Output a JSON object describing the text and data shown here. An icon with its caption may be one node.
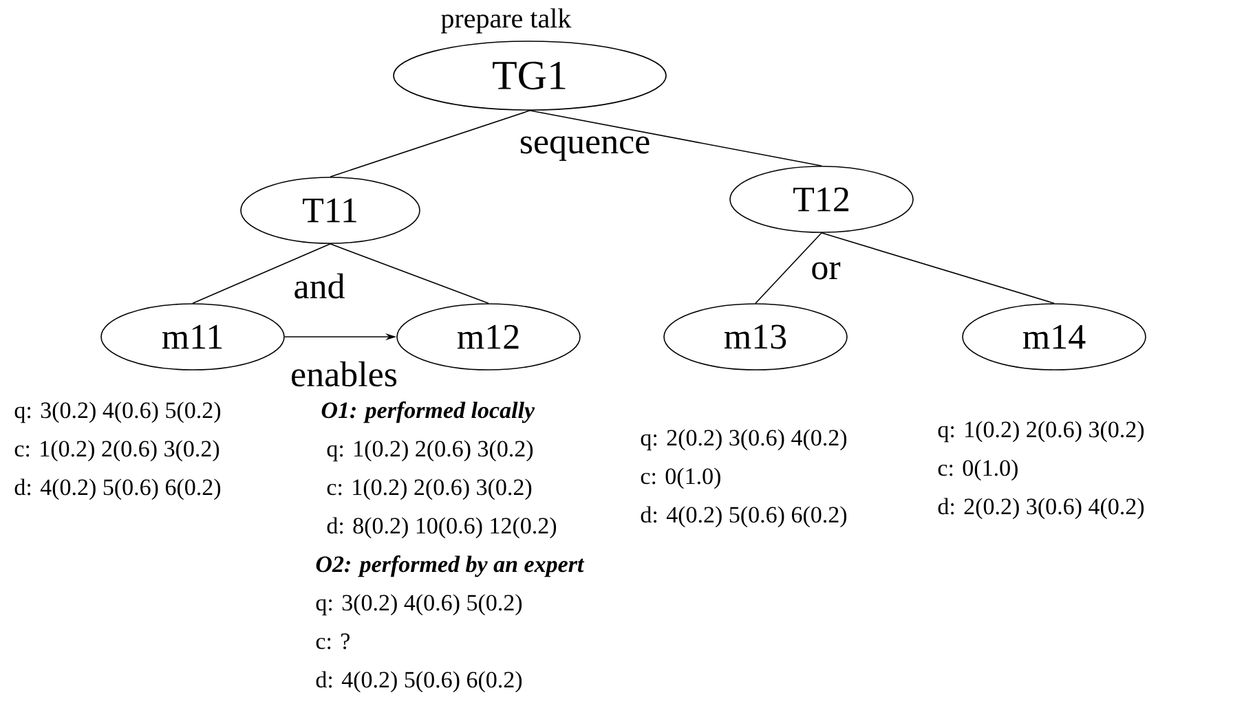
{
  "diagram": {
    "nodes": [
      {
        "text": [
          "TG1"
        ],
        "beside": [
          "prepare talk"
        ]
      },
      {
        "text": [
          "T11"
        ]
      },
      {
        "text": [
          "T12"
        ]
      },
      {
        "text": [
          "m11"
        ],
        "beside": [
          "q: 3(0.2) 4(0.6) 5(0.2)",
          "c: 1(0.2) 2(0.6) 3(0.2)",
          "d: 4(0.2) 5(0.6) 6(0.2)"
        ]
      },
      {
        "text": [
          "m12"
        ],
        "beside": [
          "O1: performed locally",
          "q: 1(0.2) 2(0.6) 3(0.2)",
          "c: 1(0.2) 2(0.6) 3(0.2)",
          "d: 8(0.2) 10(0.6) 12(0.2)",
          "O2: performed by an expert",
          "q: 3(0.2) 4(0.6) 5(0.2)",
          "c: ?",
          "d: 4(0.2) 5(0.6) 6(0.2)"
        ]
      },
      {
        "text": [
          "m13"
        ],
        "beside": [
          "q: 2(0.2) 3(0.6) 4(0.2)",
          "c: 0(1.0)",
          "d: 4(0.2) 5(0.6) 6(0.2)"
        ]
      },
      {
        "text": [
          "m14"
        ],
        "beside": [
          "q: 1(0.2) 2(0.6) 3(0.2)",
          "c: 0(1.0)",
          "d: 2(0.2) 3(0.6) 4(0.2)"
        ]
      }
    ],
    "edges": [
      {
        "from": 0,
        "to": 1,
        "arrow": "none"
      },
      {
        "from": 0,
        "to": 2,
        "arrow": "none",
        "label": "sequence"
      },
      {
        "from": 1,
        "to": 3,
        "arrow": "none",
        "label": "and"
      },
      {
        "from": 1,
        "to": 4,
        "arrow": "none"
      },
      {
        "from": 2,
        "to": 5,
        "arrow": "none",
        "label": "or"
      },
      {
        "from": 2,
        "to": 6,
        "arrow": "none"
      },
      {
        "from": 3,
        "to": 4,
        "arrow": "to",
        "label": "enables"
      }
    ]
  }
}
